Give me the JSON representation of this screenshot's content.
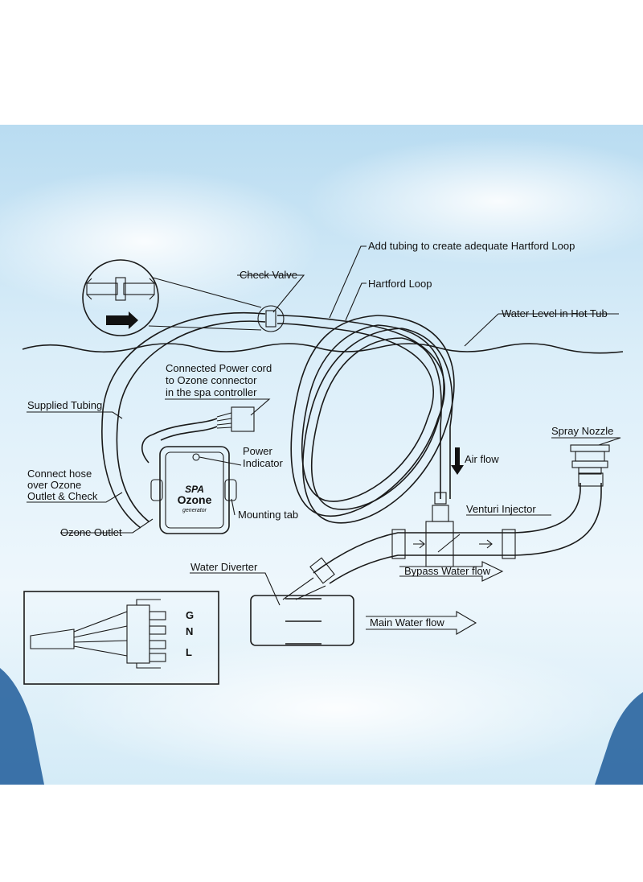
{
  "labels": {
    "add_tubing": "Add tubing to create adequate Hartford Loop",
    "check_valve": "Check Valve",
    "hartford_loop": "Hartford Loop",
    "water_level": "Water Level in Hot Tub",
    "power_cord_1": "Connected Power cord",
    "power_cord_2": "to Ozone connector",
    "power_cord_3": "in the spa controller",
    "supplied_tubing": "Supplied Tubing",
    "spray_nozzle": "Spray Nozzle",
    "power_indicator_1": "Power",
    "power_indicator_2": "Indicator",
    "air_flow": "Air flow",
    "connect_hose_1": "Connect hose",
    "connect_hose_2": "over Ozone",
    "connect_hose_3": "Outlet & Check",
    "mounting_tab": "Mounting tab",
    "venturi_injector": "Venturi Injector",
    "ozone_outlet": "Ozone Outlet",
    "water_diverter": "Water Diverter",
    "bypass_flow": "Bypass Water flow",
    "main_flow": "Main Water flow"
  },
  "device": {
    "brand": "SPA",
    "name": "Ozone",
    "sub": "generator"
  },
  "connector_pins": [
    "G",
    "N",
    "L"
  ],
  "colors": {
    "sky_top": "#bfe0f3",
    "sky_mid": "#e3f1fa",
    "ink": "#1a1a1a",
    "rock": "#1f5c9a"
  }
}
